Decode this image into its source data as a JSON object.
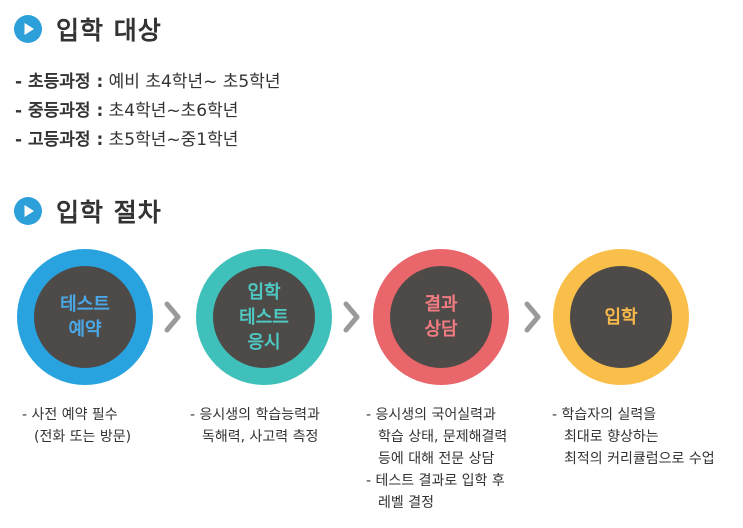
{
  "sections": {
    "eligibility_title": "입학 대상",
    "procedure_title": "입학 절차"
  },
  "eligibility": [
    {
      "course": "- 초등과정 :",
      "range": "예비 초4학년~ 초5학년"
    },
    {
      "course": "- 중등과정 :",
      "range": "초4학년~초6학년"
    },
    {
      "course": "- 고등과정 :",
      "range": "초5학년~중1학년"
    }
  ],
  "steps": [
    {
      "label": "테스트\n예약",
      "ring_color": "#29a3e0",
      "text_color": "#4aa8e6",
      "desc": [
        [
          "- 사전 예약 필수",
          "(전화 또는 방문)"
        ]
      ]
    },
    {
      "label": "입학\n테스트\n응시",
      "ring_color": "#3fc0bb",
      "text_color": "#4ec8c2",
      "desc": [
        [
          "- 응시생의 학습능력과",
          "독해력, 사고력 측정"
        ]
      ]
    },
    {
      "label": "결과\n상담",
      "ring_color": "#e9666b",
      "text_color": "#f07b80",
      "desc": [
        [
          "- 응시생의 국어실력과",
          "학습 상태, 문제해결력",
          "등에 대해 전문 상담"
        ],
        [
          "- 테스트 결과로 입학 후",
          "레벨 결정"
        ]
      ]
    },
    {
      "label": "입학",
      "ring_color": "#f9bf4a",
      "text_color": "#f7b84b",
      "desc": [
        [
          "- 학습자의 실력을",
          "최대로 향상하는",
          "최적의 커리큘럼으로 수업"
        ]
      ]
    }
  ],
  "colors": {
    "accent_blue": "#2d9fd9",
    "chevron": "#9a9a9a",
    "circle_fill": "#4d4a48"
  },
  "icons": {
    "section_marker": "play-circle-icon",
    "step_separator": "chevron-right-icon"
  }
}
